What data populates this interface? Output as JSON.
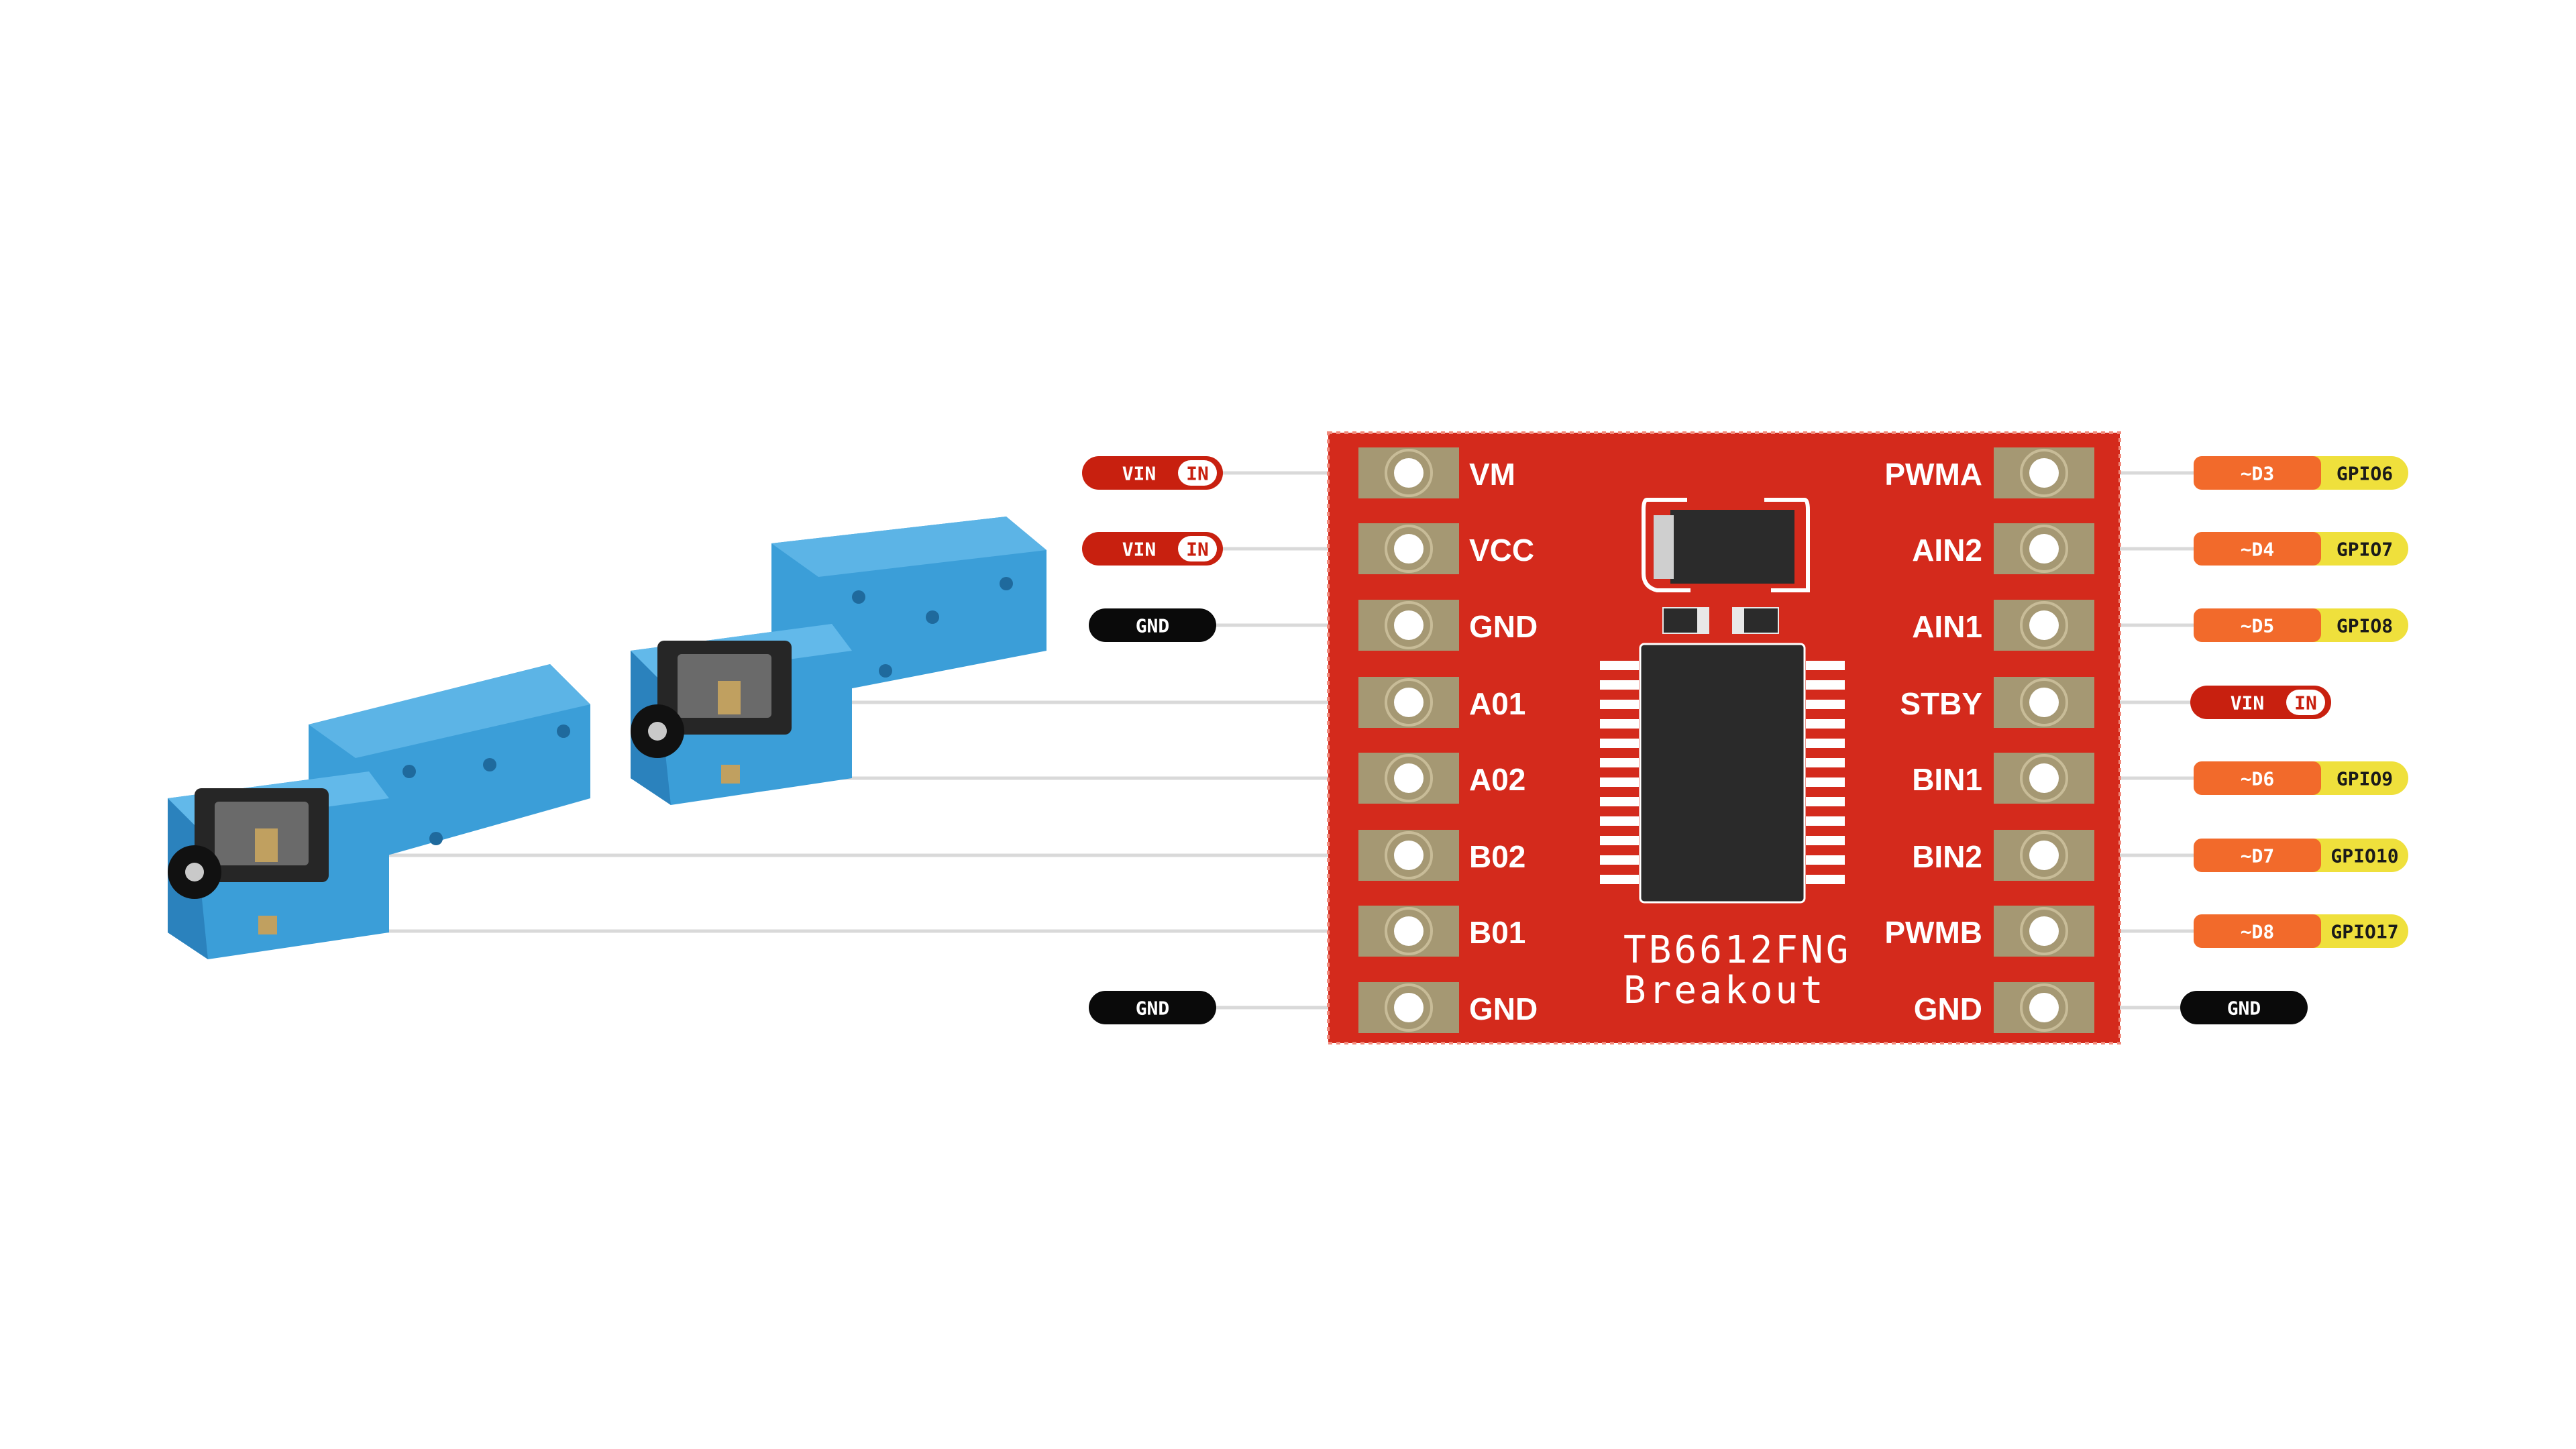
{
  "board": {
    "title_line1": "TB6612FNG",
    "title_line2": "Breakout",
    "color": "#d42a1c",
    "pad_color": "#a59873"
  },
  "left_pins": [
    {
      "label": "VM",
      "tag": {
        "kind": "vin",
        "text": "VIN",
        "badge": "IN"
      },
      "wire": "short"
    },
    {
      "label": "VCC",
      "tag": {
        "kind": "vin",
        "text": "VIN",
        "badge": "IN"
      },
      "wire": "short"
    },
    {
      "label": "GND",
      "tag": {
        "kind": "gnd",
        "text": "GND"
      },
      "wire": "short"
    },
    {
      "label": "A01",
      "tag": null,
      "wire": "motor-a-top"
    },
    {
      "label": "A02",
      "tag": null,
      "wire": "motor-a-bottom"
    },
    {
      "label": "B02",
      "tag": null,
      "wire": "motor-b-top"
    },
    {
      "label": "B01",
      "tag": null,
      "wire": "motor-b-bottom"
    },
    {
      "label": "GND",
      "tag": {
        "kind": "gnd",
        "text": "GND"
      },
      "wire": "short"
    }
  ],
  "right_pins": [
    {
      "label": "PWMA",
      "tag": {
        "kind": "gpio",
        "pin": "~D3",
        "gpio": "GPIO6"
      }
    },
    {
      "label": "AIN2",
      "tag": {
        "kind": "gpio",
        "pin": "~D4",
        "gpio": "GPIO7"
      }
    },
    {
      "label": "AIN1",
      "tag": {
        "kind": "gpio",
        "pin": "~D5",
        "gpio": "GPIO8"
      }
    },
    {
      "label": "STBY",
      "tag": {
        "kind": "vin",
        "text": "VIN",
        "badge": "IN"
      }
    },
    {
      "label": "BIN1",
      "tag": {
        "kind": "gpio",
        "pin": "~D6",
        "gpio": "GPIO9"
      }
    },
    {
      "label": "BIN2",
      "tag": {
        "kind": "gpio",
        "pin": "~D7",
        "gpio": "GPIO10"
      }
    },
    {
      "label": "PWMB",
      "tag": {
        "kind": "gpio",
        "pin": "~D8",
        "gpio": "GPIO17"
      }
    },
    {
      "label": "GND",
      "tag": {
        "kind": "gnd",
        "text": "GND"
      }
    }
  ],
  "colors": {
    "vin": "#c8200f",
    "gnd": "#0a0a0a",
    "pin_orange": "#f26a2b",
    "gpio_yellow": "#efe03c",
    "wire": "#d9d9d9",
    "motor_blue": "#3b9ed8",
    "motor_shade": "#2b82bd"
  }
}
